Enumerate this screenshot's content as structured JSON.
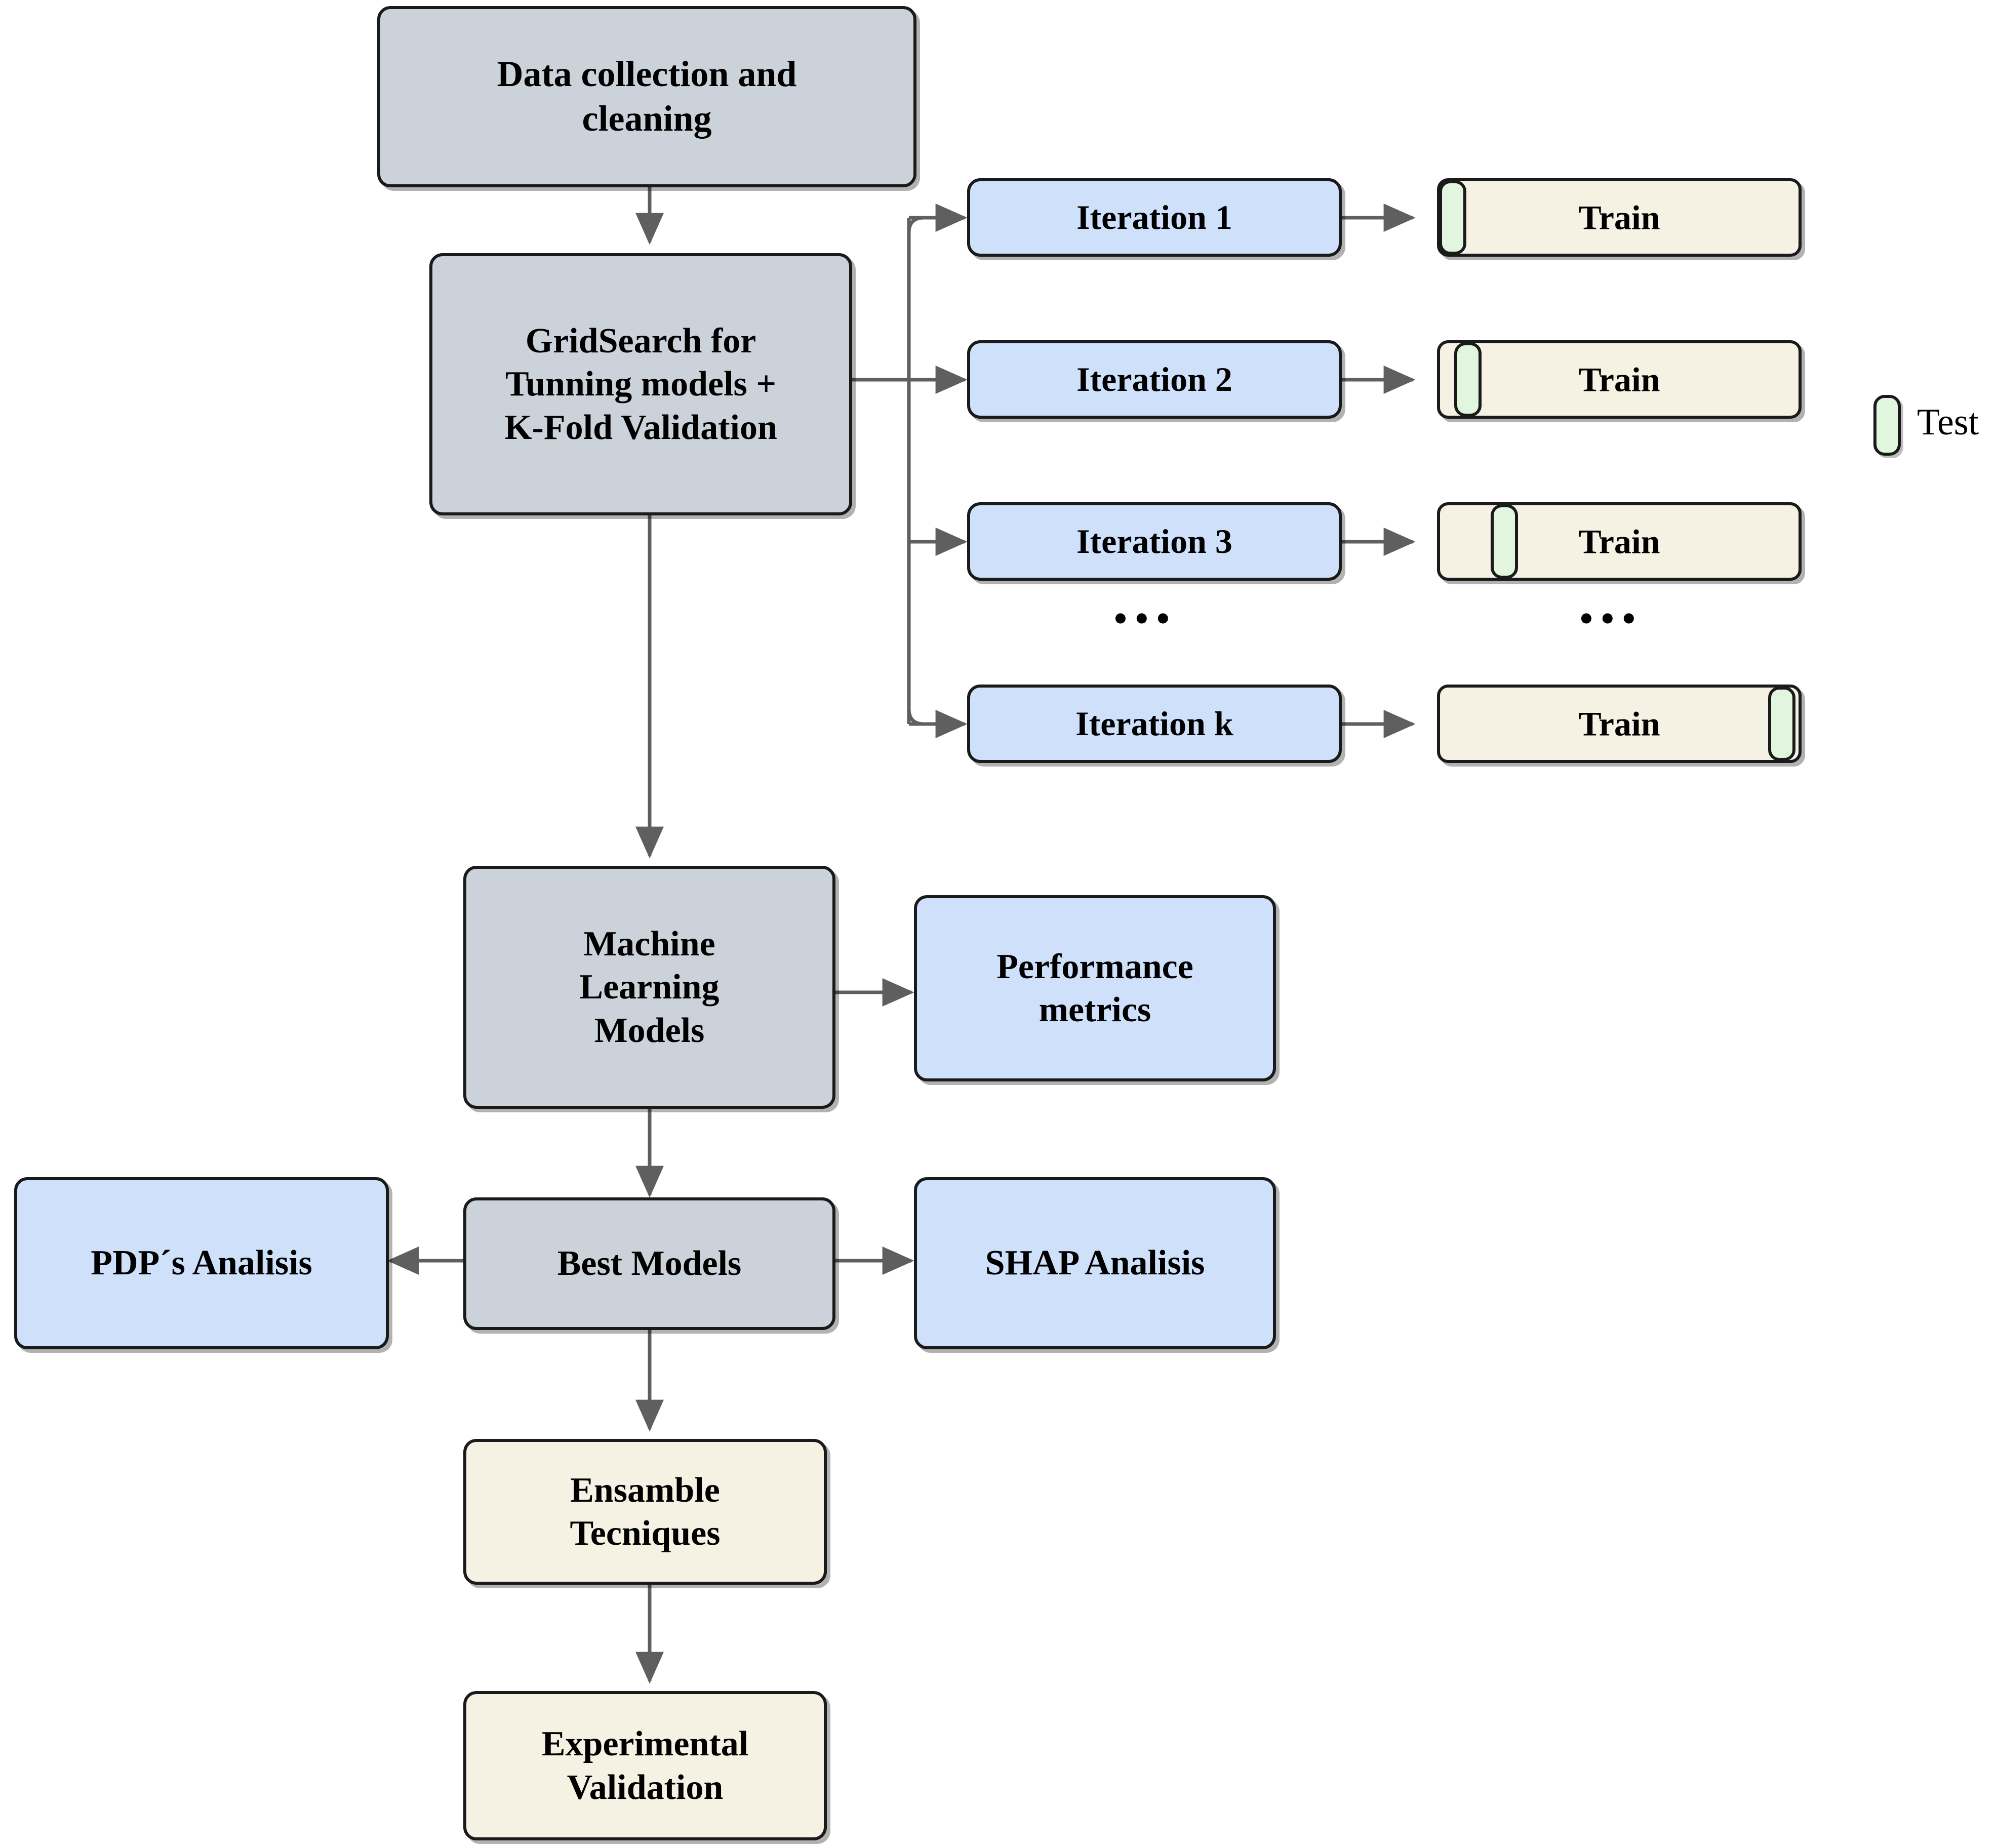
{
  "diagram": {
    "title": "Machine learning workflow flowchart",
    "colors": {
      "gray_fill": "#ccd2d9",
      "blue_fill": "#cfe0fb",
      "cream_fill": "#f5f2e4",
      "green_test_fill": "#e2f6df",
      "border": "#1a1a1a",
      "arrow": "#5f5f5f",
      "background": "#ffffff"
    }
  },
  "nodes": {
    "data_collection": {
      "line1": "Data collection and",
      "line2": "cleaning"
    },
    "gridsearch": {
      "line1": "GridSearch for",
      "line2": "Tunning models +",
      "line3": "K-Fold Validation"
    },
    "ml_models": {
      "line1": "Machine",
      "line2": "Learning",
      "line3": "Models"
    },
    "performance_metrics": {
      "line1": "Performance",
      "line2": "metrics"
    },
    "best_models": {
      "line1": "Best Models"
    },
    "pdp_analysis": {
      "line1": "PDP´s Analisis"
    },
    "shap_analysis": {
      "line1": "SHAP Analisis"
    },
    "ensemble": {
      "line1": "Ensamble",
      "line2": "Tecniques"
    },
    "experimental": {
      "line1": "Experimental",
      "line2": "Validation"
    }
  },
  "kfold": {
    "iterations": [
      {
        "label": "Iteration 1",
        "train_label": "Train",
        "test_position_pct": 0
      },
      {
        "label": "Iteration 2",
        "train_label": "Train",
        "test_position_pct": 4
      },
      {
        "label": "Iteration 3",
        "train_label": "Train",
        "test_position_pct": 14
      },
      {
        "label": "Iteration k",
        "train_label": "Train",
        "test_position_pct": 90
      }
    ],
    "ellipsis_iterations": "•••",
    "ellipsis_trains": "•••",
    "legend": {
      "label": "Test"
    }
  }
}
